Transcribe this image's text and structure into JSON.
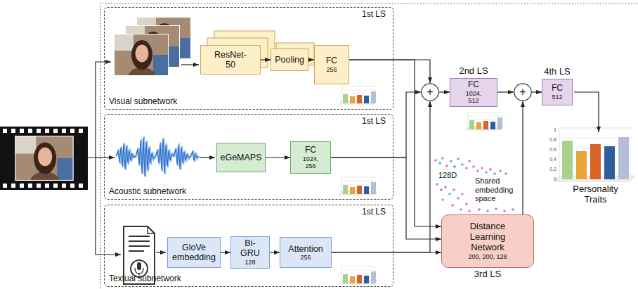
{
  "diagram": {
    "nodes": [
      {
        "text": [
          "1st LS",
          "Visual subnetwork"
        ]
      },
      {
        "text": [
          "ResNet-50"
        ],
        "in": 0
      },
      {
        "text": [
          "Pooling"
        ],
        "in": 0
      },
      {
        "text": [
          "FC",
          "256"
        ],
        "in": 0
      },
      {
        "text": [
          "1st LS",
          "Acoustic subnetwork"
        ]
      },
      {
        "text": [
          "eGeMAPS"
        ],
        "in": 4
      },
      {
        "text": [
          "FC",
          "1024, 256"
        ],
        "in": 4
      },
      {
        "text": [
          "1st LS",
          "Textual subnetwork"
        ]
      },
      {
        "text": [
          "GloVe embedding"
        ],
        "in": 7
      },
      {
        "text": [
          "Bi-GRU",
          "128"
        ],
        "in": 7
      },
      {
        "text": [
          "Attention",
          "256"
        ],
        "in": 7
      },
      {
        "text": [
          "+"
        ]
      },
      {
        "text": [
          "2nd LS",
          "FC",
          "1024, 512"
        ]
      },
      {
        "text": [
          "+"
        ]
      },
      {
        "text": [
          "4th LS",
          "FC",
          "512"
        ]
      },
      {
        "text": [
          "Distance Learning Network",
          "200, 200, 128",
          "3rd LS"
        ]
      }
    ],
    "edges": [
      {
        "from": 1,
        "to": 2,
        "arrow": "to"
      },
      {
        "from": 2,
        "to": 3,
        "arrow": "to"
      },
      {
        "from": 5,
        "to": 6,
        "arrow": "to"
      },
      {
        "from": 8,
        "to": 9,
        "arrow": "to"
      },
      {
        "from": 9,
        "to": 10,
        "arrow": "to"
      },
      {
        "from": 3,
        "to": 11,
        "arrow": "to"
      },
      {
        "from": 3,
        "to": 15,
        "arrow": "to"
      },
      {
        "from": 6,
        "to": 11,
        "arrow": "to"
      },
      {
        "from": 6,
        "to": 15,
        "arrow": "to"
      },
      {
        "from": 10,
        "to": 11,
        "arrow": "to"
      },
      {
        "from": 10,
        "to": 15,
        "arrow": "to"
      },
      {
        "from": 11,
        "to": 12,
        "arrow": "to"
      },
      {
        "from": 12,
        "to": 13,
        "arrow": "to"
      },
      {
        "from": 15,
        "to": 13,
        "arrow": "to"
      },
      {
        "from": 13,
        "to": 14,
        "arrow": "to"
      }
    ],
    "labels": [
      "128D",
      "Shared embedding space",
      "Personality Traits",
      "1",
      "0.8",
      "0.6",
      "0.4",
      "0.2",
      "0"
    ]
  }
}
